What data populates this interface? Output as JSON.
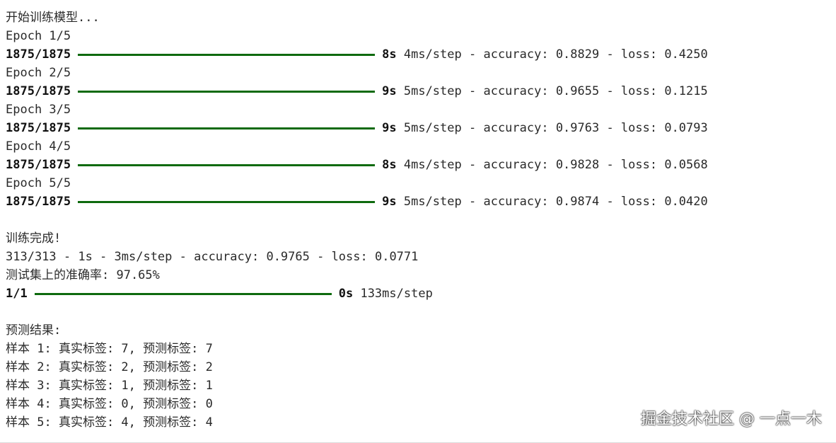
{
  "header": {
    "start_text": "开始训练模型..."
  },
  "epochs": [
    {
      "label": "Epoch 1/5",
      "steps": "1875/1875",
      "progress": 1.0,
      "time": "8s",
      "per_step": "4ms/step",
      "metrics": "- accuracy: 0.8829 - loss: 0.4250"
    },
    {
      "label": "Epoch 2/5",
      "steps": "1875/1875",
      "progress": 1.0,
      "time": "9s",
      "per_step": "5ms/step",
      "metrics": "- accuracy: 0.9655 - loss: 0.1215"
    },
    {
      "label": "Epoch 3/5",
      "steps": "1875/1875",
      "progress": 1.0,
      "time": "9s",
      "per_step": "5ms/step",
      "metrics": "- accuracy: 0.9763 - loss: 0.0793"
    },
    {
      "label": "Epoch 4/5",
      "steps": "1875/1875",
      "progress": 1.0,
      "time": "8s",
      "per_step": "4ms/step",
      "metrics": "- accuracy: 0.9828 - loss: 0.0568"
    },
    {
      "label": "Epoch 5/5",
      "steps": "1875/1875",
      "progress": 1.0,
      "time": "9s",
      "per_step": "5ms/step",
      "metrics": "- accuracy: 0.9874 - loss: 0.0420"
    }
  ],
  "training_done": "训练完成!",
  "eval_line": "313/313 - 1s - 3ms/step - accuracy: 0.9765 - loss: 0.0771",
  "test_accuracy": "测试集上的准确率: 97.65%",
  "predict_progress": {
    "steps": "1/1",
    "progress": 1.0,
    "time": "0s",
    "per_step": "133ms/step"
  },
  "predictions_header": "预测结果:",
  "samples": [
    "样本 1: 真实标签: 7, 预测标签: 7",
    "样本 2: 真实标签: 2, 预测标签: 2",
    "样本 3: 真实标签: 1, 预测标签: 1",
    "样本 4: 真实标签: 0, 预测标签: 0",
    "样本 5: 真实标签: 4, 预测标签: 4"
  ],
  "watermark": "掘金技术社区 @ 一点一木",
  "colors": {
    "progress_bar": "#0e6a0e",
    "text": "#2a2a2a",
    "background": "#ffffff"
  }
}
